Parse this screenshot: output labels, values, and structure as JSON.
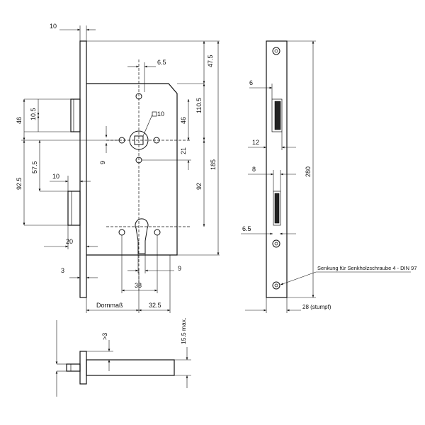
{
  "dims": {
    "d10_top": "10",
    "d6_5": "6.5",
    "d47_5": "47.5",
    "d110_5": "110.5",
    "d10_5": "10.5",
    "d46_left": "46",
    "d46_right": "46",
    "sq10": "10",
    "d9_left": "9",
    "d21": "21",
    "d185": "185",
    "d57_5": "57.5",
    "d92_5": "92.5",
    "d10_mid": "10",
    "d92": "92",
    "d20": "20",
    "d3": "3",
    "d38": "38",
    "d9_bottom": "9",
    "dornmass": "Dornmaß",
    "d32_5": "32.5",
    "side_6": "6",
    "side_12": "12",
    "side_8": "8",
    "side_6_5": "6.5",
    "side_280": "280",
    "side_28": "28 (stumpf)",
    "bolt_3": ">3",
    "bolt_15_5": "15.5 max."
  },
  "notes": {
    "screw": "Senkung für Senkholzschraube 4 - DIN 97"
  }
}
